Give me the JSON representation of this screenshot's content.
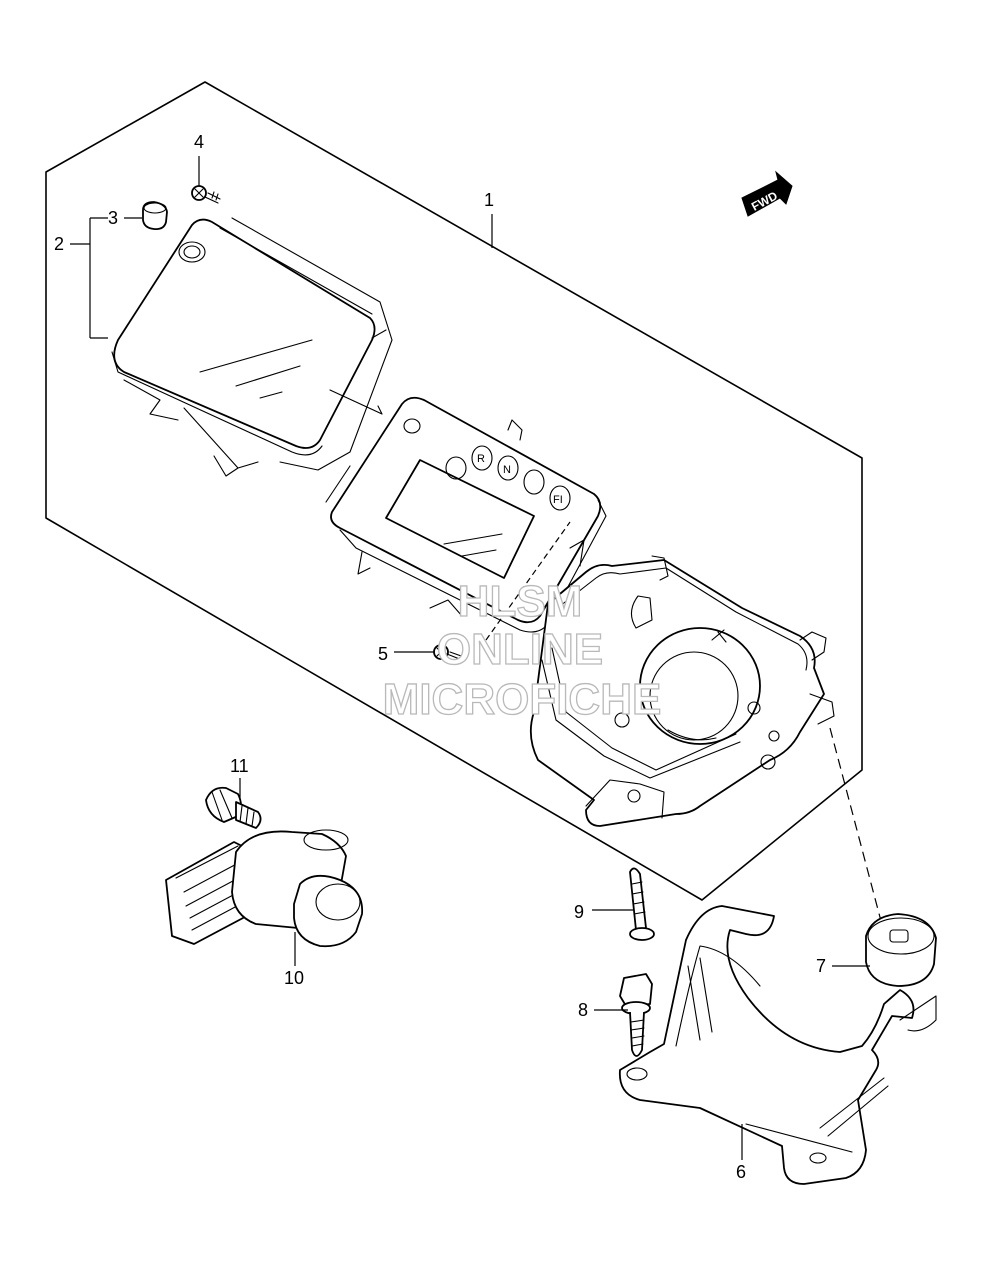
{
  "callouts": {
    "c1": "1",
    "c2": "2",
    "c3": "3",
    "c4": "4",
    "c5": "5",
    "c6": "6",
    "c7": "7",
    "c8": "8",
    "c9": "9",
    "c10": "10",
    "c11": "11"
  },
  "direction_marker": "FWD",
  "indicator_lights": [
    "R",
    "N",
    "FI"
  ],
  "watermark": {
    "line1": "HLSM",
    "line2": "ONLINE",
    "line3": "MICROFICHE"
  },
  "colors": {
    "line": "#000000",
    "background": "#ffffff",
    "watermark": "#b9b9b9"
  }
}
